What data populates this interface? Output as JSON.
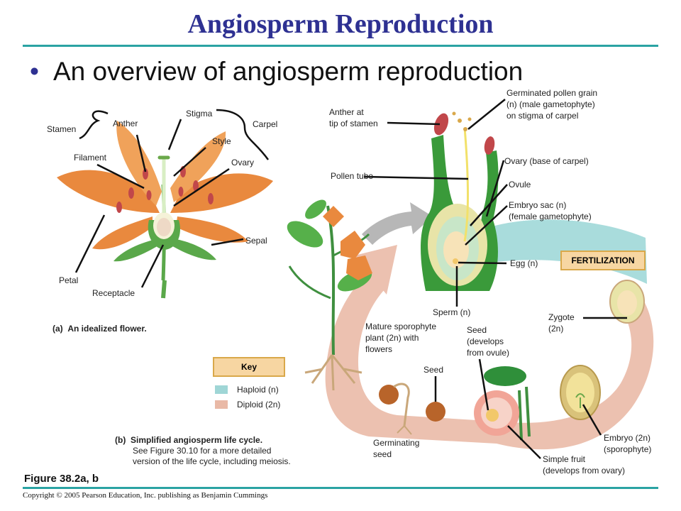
{
  "title": "Angiosperm Reproduction",
  "bullet": "An overview of angiosperm reproduction",
  "flower_labels": {
    "stamen": "Stamen",
    "anther": "Anther",
    "filament": "Filament",
    "stigma": "Stigma",
    "style": "Style",
    "ovary": "Ovary",
    "carpel": "Carpel",
    "sepal": "Sepal",
    "petal": "Petal",
    "receptacle": "Receptacle"
  },
  "caption_a": {
    "letter": "(a)",
    "text": "An idealized flower."
  },
  "key": {
    "title": "Key",
    "haploid": "Haploid (n)",
    "diploid": "Diploid (2n)",
    "haploid_color": "#9fd6d6",
    "diploid_color": "#e9b9a6"
  },
  "caption_b": {
    "letter": "(b)",
    "line1": "Simplified angiosperm life cycle.",
    "line2": "See Figure 30.10 for a more detailed",
    "line3": "version of the life cycle, including meiosis."
  },
  "cycle_labels": {
    "anther_tip_1": "Anther at",
    "anther_tip_2": "tip of stamen",
    "pollen_grain_1": "Germinated pollen grain",
    "pollen_grain_2": "(n) (male gametophyte)",
    "pollen_grain_3": "on stigma of carpel",
    "ovary_base": "Ovary (base of carpel)",
    "pollen_tube": "Pollen tube",
    "ovule": "Ovule",
    "embryo_sac_1": "Embryo sac (n)",
    "embryo_sac_2": "(female gametophyte)",
    "egg": "Egg (n)",
    "fertilization": "FERTILIZATION",
    "sperm": "Sperm (n)",
    "zygote_1": "Zygote",
    "zygote_2": "(2n)",
    "mature_1": "Mature sporophyte",
    "mature_2": "plant (2n) with",
    "mature_3": "flowers",
    "seed_dev_1": "Seed",
    "seed_dev_2": "(develops",
    "seed_dev_3": "from ovule)",
    "seed": "Seed",
    "germ_1": "Germinating",
    "germ_2": "seed",
    "embryo_1": "Embryo (2n)",
    "embryo_2": "(sporophyte)",
    "fruit_1": "Simple fruit",
    "fruit_2": "(develops from ovary)"
  },
  "figure_label": "Figure 38.2a, b",
  "copyright": "Copyright © 2005 Pearson Education, Inc. publishing as Benjamin Cummings"
}
